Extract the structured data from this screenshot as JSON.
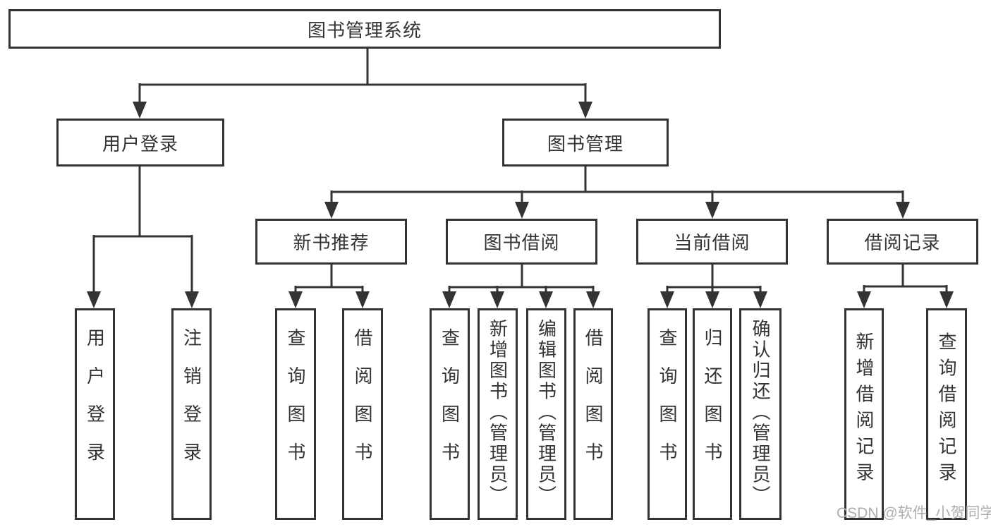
{
  "root": {
    "label": "图书管理系统"
  },
  "level2": [
    {
      "label": "用户登录"
    },
    {
      "label": "图书管理"
    }
  ],
  "level3": [
    {
      "label": "新书推荐"
    },
    {
      "label": "图书借阅"
    },
    {
      "label": "当前借阅"
    },
    {
      "label": "借阅记录"
    }
  ],
  "leaves": [
    {
      "label": "用户登录"
    },
    {
      "label": "注销登录"
    },
    {
      "label": "查询图书"
    },
    {
      "label": "借阅图书"
    },
    {
      "label": "查询图书"
    },
    {
      "label": "新增图书（管理员）"
    },
    {
      "label": "编辑图书（管理员）"
    },
    {
      "label": "借阅图书"
    },
    {
      "label": "查询图书"
    },
    {
      "label": "归还图书"
    },
    {
      "label": "确认归还（管理员）"
    },
    {
      "label": "新增借阅记录"
    },
    {
      "label": "查询借阅记录"
    }
  ],
  "watermark": "CSDN @软件_小贺同学",
  "colors": {
    "line": "#333333",
    "box_background": "#ffffff",
    "text": "#333333",
    "watermark": "#aeaeae",
    "page_background": "#ffffff"
  }
}
